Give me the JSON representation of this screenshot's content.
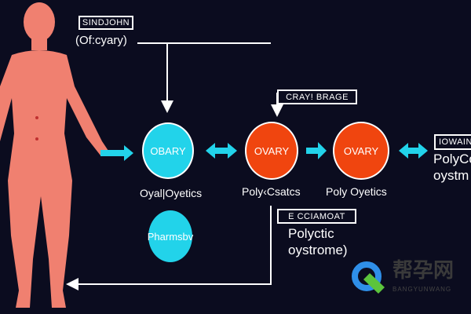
{
  "colors": {
    "background": "#0b0c1f",
    "silhouette": "#f08070",
    "cyan": "#22d3ea",
    "orange": "#f0450f",
    "line": "#ffffff"
  },
  "top_left": {
    "box_label": "SINDJOHN",
    "caption": "(Of:cyary)"
  },
  "top_right_box": "CRAY! BRAGE",
  "nodes": [
    {
      "label": "OBARY",
      "caption": "Oyal|Oyetics"
    },
    {
      "label": "OVARY",
      "caption": "Poly‹Csatcs"
    },
    {
      "label": "OVARY",
      "caption": "Poly Oyetics"
    }
  ],
  "lower_node": {
    "label": "Pharmsbv"
  },
  "right_edge": {
    "box_label": "IOWAIN",
    "line1": "PolyCo",
    "line2": "oystm"
  },
  "bottom_box": {
    "box_label": "E CCIAMOAT",
    "line1": "Polyctic",
    "line2": "oystrome)"
  },
  "watermark": {
    "text": "帮孕网",
    "subtext": "BANGYUNWANG"
  }
}
